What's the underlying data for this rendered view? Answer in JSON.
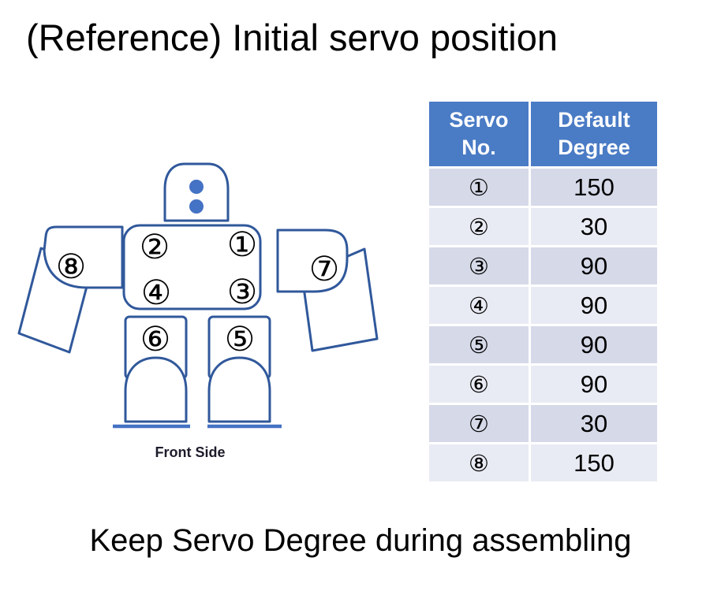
{
  "title": "(Reference) Initial servo position",
  "caption": "Keep Servo Degree during assembling",
  "diagram": {
    "front_label": "Front Side",
    "labels": [
      "①",
      "②",
      "③",
      "④",
      "⑤",
      "⑥",
      "⑦",
      "⑧"
    ]
  },
  "table": {
    "headers": [
      {
        "label": "Servo\nNo."
      },
      {
        "label": "Default\nDegree"
      }
    ],
    "rows": [
      {
        "no": "①",
        "degree": "150"
      },
      {
        "no": "②",
        "degree": "30"
      },
      {
        "no": "③",
        "degree": "90"
      },
      {
        "no": "④",
        "degree": "90"
      },
      {
        "no": "⑤",
        "degree": "90"
      },
      {
        "no": "⑥",
        "degree": "90"
      },
      {
        "no": "⑦",
        "degree": "30"
      },
      {
        "no": "⑧",
        "degree": "150"
      }
    ]
  },
  "colors": {
    "outline_blue": "#30589B",
    "accent_blue": "#4472C4",
    "header_bg": "#4A7BC5",
    "row_dark": "#D5D9E8",
    "row_light": "#E9EBF4"
  }
}
